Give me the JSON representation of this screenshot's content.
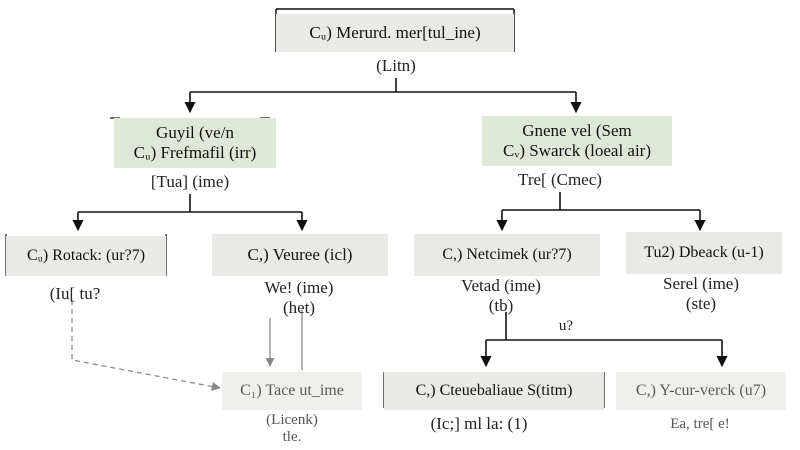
{
  "colors": {
    "line": "#111111",
    "faded_line": "#8a8a8a",
    "grey_fill": "#e9e9e6",
    "green_fill": "#dfe8d6"
  },
  "nodes": {
    "root": {
      "label": "Cᵤ) Merurd. mer[tul_ine)"
    },
    "root_sub": {
      "label": "(Litn)"
    },
    "left": {
      "line1": "Guyil (ve/n",
      "line2": "Cᵤ) Frefmafil (irr)"
    },
    "left_sub": {
      "label": "[Tua] (ime)"
    },
    "right": {
      "line1": "Gnene vel (Sem",
      "line2": "Cᵥ) Swarck (loeal air)"
    },
    "right_sub": {
      "label": "Tre[ (Cmec)"
    },
    "ll": {
      "label": "Cᵤ) Rotack: (ur?7)"
    },
    "ll_sub": {
      "label": "(Iu[ tu?"
    },
    "lr": {
      "label": "C,) Veuree (icl)"
    },
    "lr_sub": {
      "line1": "We! (ime)",
      "line2": "(het)"
    },
    "rl": {
      "label": "C,) Netcimek (ur?7)"
    },
    "rl_sub": {
      "line1": "Vetad (ime)",
      "line2": "(tb)"
    },
    "rr": {
      "label": "Tu2) Dbeack (u-1)"
    },
    "rr_sub": {
      "line1": "Serel (ime)",
      "line2": "(ste)"
    },
    "join": {
      "label": "u?"
    },
    "bottom_left": {
      "label": "C₁) Tace ut_ime"
    },
    "bottom_left_sub": {
      "line1": "(Licenk)",
      "line2": "tle."
    },
    "bottom_mid": {
      "label": "C,) Cteuebaliaue S(titm)"
    },
    "bottom_mid_sub": {
      "label": "(Ic;] ml la: (1)"
    },
    "bottom_right": {
      "label": "C,) Y-cur-verck (u7)"
    },
    "bottom_right_sub": {
      "label": "Ea, tre[ e!"
    }
  }
}
